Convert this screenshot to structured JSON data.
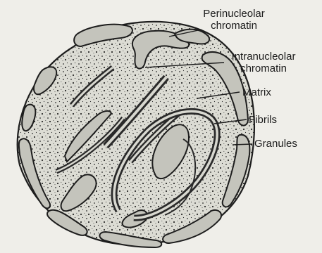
{
  "labels": {
    "perinucleolar": [
      "Perinucleolar",
      "chromatin"
    ],
    "intranucleolar": [
      "Intranucleolar",
      "chromatin"
    ],
    "matrix": "Matrix",
    "fibrils": "Fibrils",
    "granules": "Granules"
  },
  "colors": {
    "background": "#efeee9",
    "outline": "#1d1d1d",
    "cell_fill": "#dcdcd4",
    "chromatin_fill": "#c4c4bc",
    "text": "#1c1c1c"
  }
}
